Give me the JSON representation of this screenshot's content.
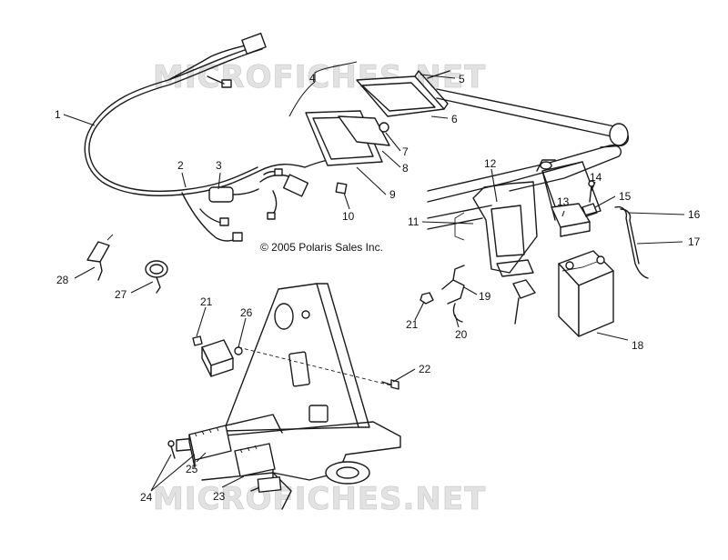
{
  "watermark": {
    "top": "MICROFICHES.NET",
    "bottom": "MICROFICHES.NET"
  },
  "copyright": "© 2005 Polaris Sales Inc.",
  "callouts": [
    "1",
    "2",
    "3",
    "4",
    "5",
    "6",
    "7",
    "8",
    "9",
    "10",
    "11",
    "12",
    "13",
    "14",
    "15",
    "16",
    "17",
    "18",
    "19",
    "20",
    "21",
    "21",
    "22",
    "23",
    "24",
    "25",
    "26",
    "27",
    "28"
  ],
  "colors": {
    "line": "#1a1a1a",
    "watermark": "#e2e2e2",
    "background": "#ffffff"
  }
}
